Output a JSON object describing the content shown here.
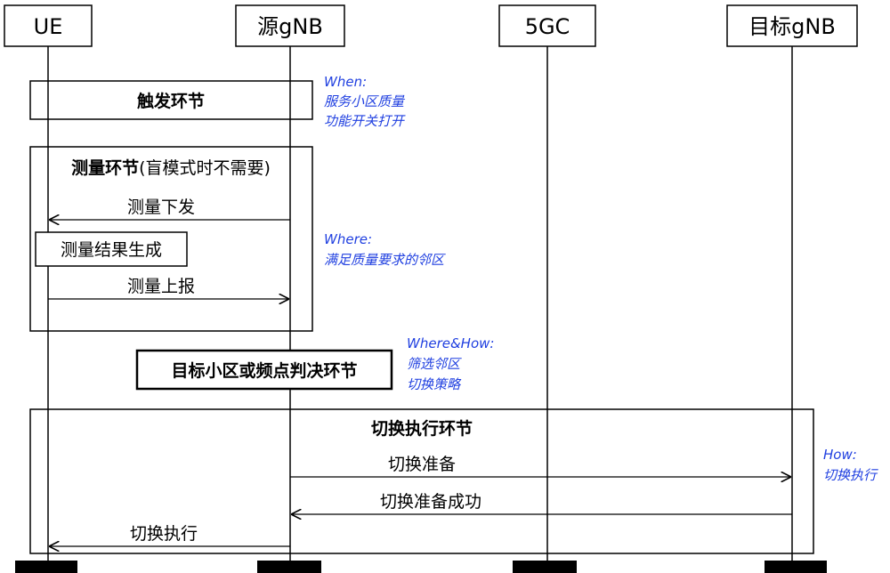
{
  "participants": [
    "UE",
    "源gNB",
    "5GC",
    "目标gNB"
  ],
  "phases": {
    "trigger": "触发环节",
    "measurement_bold": "测量环节",
    "measurement_rest": "(盲模式时不需要)",
    "target_decision": "目标小区或频点判决环节",
    "execution": "切换执行环节"
  },
  "messages": {
    "meas_config": "测量下发",
    "meas_result_gen": "测量结果生成",
    "meas_report": "测量上报",
    "ho_prepare": "切换准备",
    "ho_prepare_success": "切换准备成功",
    "ho_execute": "切换执行"
  },
  "notes": {
    "when": [
      "When:",
      "服务小区质量",
      "功能开关打开"
    ],
    "where": [
      "Where:",
      "满足质量要求的邻区"
    ],
    "where_how": [
      "Where&How:",
      "筛选邻区",
      "切换策略"
    ],
    "how": [
      "How:",
      "切换执行"
    ]
  },
  "colors": {
    "note_text": "#1f3fe0",
    "line": "#000000"
  }
}
